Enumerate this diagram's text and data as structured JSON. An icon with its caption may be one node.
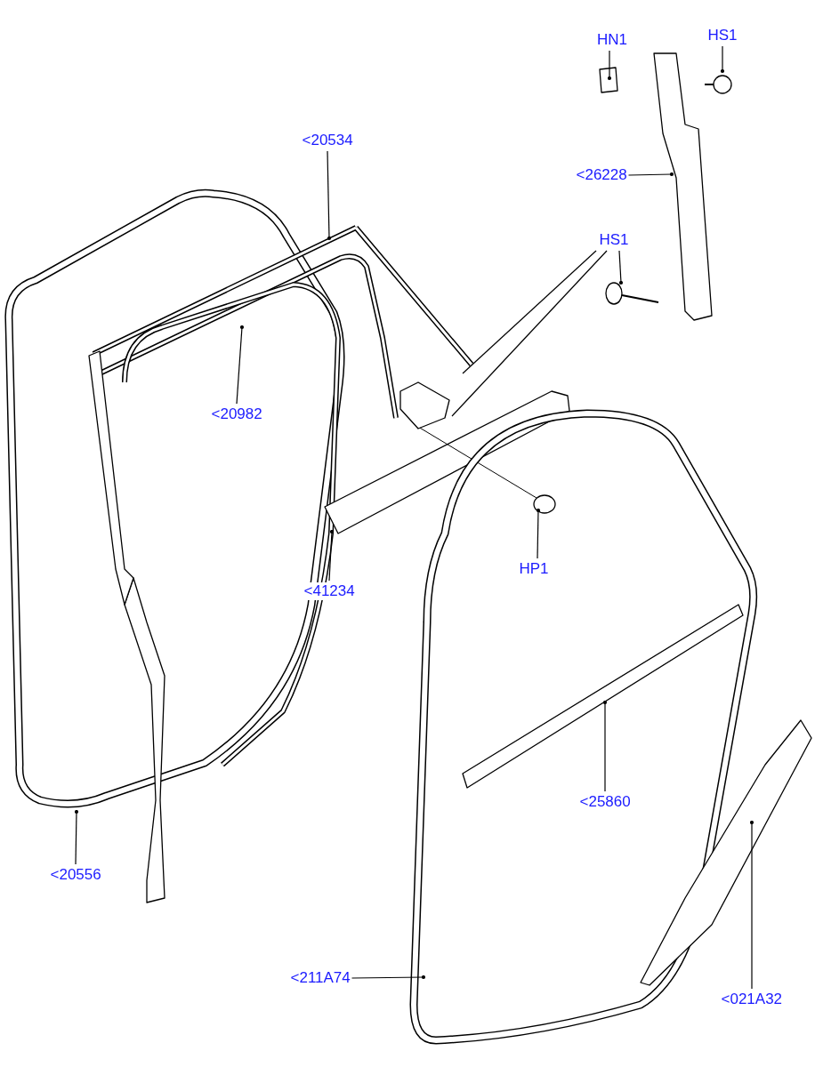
{
  "diagram": {
    "nodes": [
      {
        "text": [
          "HN1"
        ]
      },
      {
        "text": [
          "HS1"
        ]
      },
      {
        "text": [
          "<20534"
        ]
      },
      {
        "text": [
          "<26228"
        ]
      },
      {
        "text": [
          "HS1"
        ]
      },
      {
        "text": [
          "<20982"
        ]
      },
      {
        "text": [
          "HP1"
        ]
      },
      {
        "text": [
          "<41234"
        ]
      },
      {
        "text": [
          "<25860"
        ]
      },
      {
        "text": [
          "<20556"
        ]
      },
      {
        "text": [
          "<021A32"
        ]
      },
      {
        "text": [
          "<211A74"
        ]
      }
    ],
    "edges": [
      {
        "from": 0,
        "to": null,
        "arrow": "other"
      },
      {
        "from": 1,
        "to": null,
        "arrow": "other"
      },
      {
        "from": 2,
        "to": null,
        "arrow": "other"
      },
      {
        "from": 3,
        "to": null,
        "arrow": "other"
      },
      {
        "from": 4,
        "to": null,
        "arrow": "other"
      },
      {
        "from": 4,
        "to": null,
        "arrow": "none"
      },
      {
        "from": 4,
        "to": null,
        "arrow": "none"
      },
      {
        "from": 5,
        "to": null,
        "arrow": "other"
      },
      {
        "from": 6,
        "to": null,
        "arrow": "other"
      },
      {
        "from": 7,
        "to": null,
        "arrow": "other"
      },
      {
        "from": 8,
        "to": null,
        "arrow": "other"
      },
      {
        "from": 9,
        "to": null,
        "arrow": "other"
      },
      {
        "from": 10,
        "to": null,
        "arrow": "other"
      },
      {
        "from": 11,
        "to": null,
        "arrow": "other"
      }
    ]
  }
}
